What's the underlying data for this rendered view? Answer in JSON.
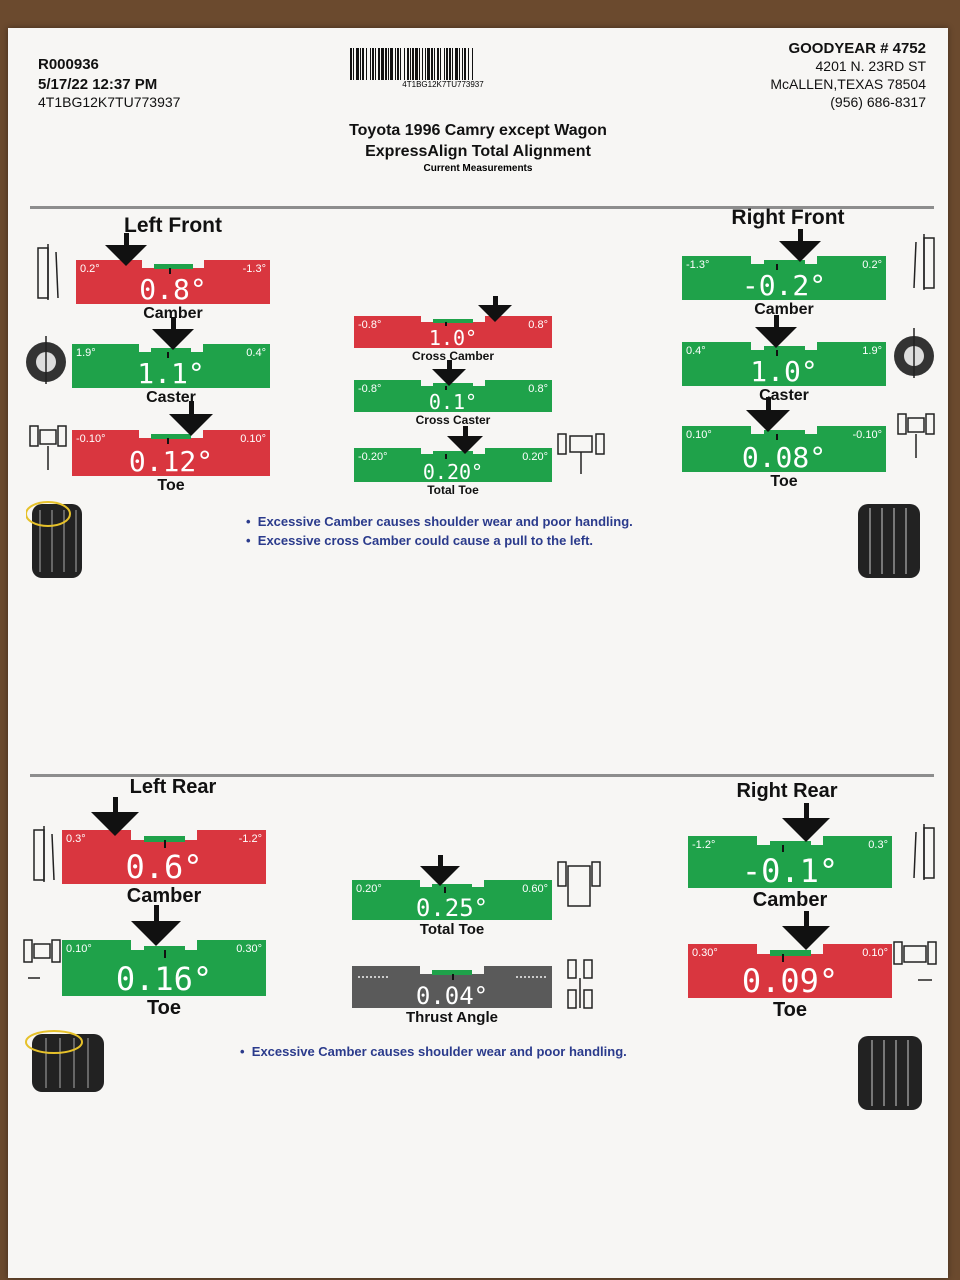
{
  "header": {
    "ro_number": "R000936",
    "datetime": "5/17/22 12:37 PM",
    "vin": "4T1BG12K7TU773937",
    "barcode_text": "4T1BG12K7TU773937",
    "shop_name": "GOODYEAR # 4752",
    "address1": "4201 N. 23RD ST",
    "address2": "McALLEN,TEXAS 78504",
    "phone": "(956) 686-8317"
  },
  "title": {
    "vehicle": "Toyota 1996 Camry except Wagon",
    "service": "ExpressAlign Total Alignment",
    "subtitle": "Current Measurements"
  },
  "front": {
    "left_title": "Left Front",
    "right_title": "Right Front",
    "lf_camber": {
      "lo": "0.2°",
      "hi": "-1.3°",
      "value": "0.8°",
      "label": "Camber",
      "color": "#d9363f"
    },
    "lf_caster": {
      "lo": "1.9°",
      "hi": "0.4°",
      "value": "1.1°",
      "label": "Caster",
      "color": "#1fa24a"
    },
    "lf_toe": {
      "lo": "-0.10°",
      "hi": "0.10°",
      "value": "0.12°",
      "label": "Toe",
      "color": "#d9363f"
    },
    "cross_camber": {
      "lo": "-0.8°",
      "hi": "0.8°",
      "value": "1.0°",
      "label": "Cross Camber",
      "color": "#d9363f"
    },
    "cross_caster": {
      "lo": "-0.8°",
      "hi": "0.8°",
      "value": "0.1°",
      "label": "Cross Caster",
      "color": "#1fa24a"
    },
    "total_toe": {
      "lo": "-0.20°",
      "hi": "0.20°",
      "value": "0.20°",
      "label": "Total Toe",
      "color": "#1fa24a"
    },
    "rf_camber": {
      "lo": "-1.3°",
      "hi": "0.2°",
      "value": "-0.2°",
      "label": "Camber",
      "color": "#1fa24a"
    },
    "rf_caster": {
      "lo": "0.4°",
      "hi": "1.9°",
      "value": "1.0°",
      "label": "Caster",
      "color": "#1fa24a"
    },
    "rf_toe": {
      "lo": "0.10°",
      "hi": "-0.10°",
      "value": "0.08°",
      "label": "Toe",
      "color": "#1fa24a"
    },
    "notes": [
      "Excessive Camber causes shoulder wear and poor handling.",
      "Excessive cross Camber could cause a pull to the left."
    ]
  },
  "rear": {
    "left_title": "Left Rear",
    "right_title": "Right Rear",
    "lr_camber": {
      "lo": "0.3°",
      "hi": "-1.2°",
      "value": "0.6°",
      "label": "Camber",
      "color": "#d9363f"
    },
    "lr_toe": {
      "lo": "0.10°",
      "hi": "0.30°",
      "value": "0.16°",
      "label": "Toe",
      "color": "#1fa24a"
    },
    "total_toe": {
      "lo": "0.20°",
      "hi": "0.60°",
      "value": "0.25°",
      "label": "Total Toe",
      "color": "#1fa24a"
    },
    "thrust_angle": {
      "lo": "",
      "hi": "",
      "value": "0.04°",
      "label": "Thrust Angle",
      "color": "#5a5a5a"
    },
    "rr_camber": {
      "lo": "-1.2°",
      "hi": "0.3°",
      "value": "-0.1°",
      "label": "Camber",
      "color": "#1fa24a"
    },
    "rr_toe": {
      "lo": "0.30°",
      "hi": "0.10°",
      "value": "0.09°",
      "label": "Toe",
      "color": "#d9363f"
    },
    "notes": [
      "Excessive Camber causes shoulder wear and poor handling."
    ]
  }
}
